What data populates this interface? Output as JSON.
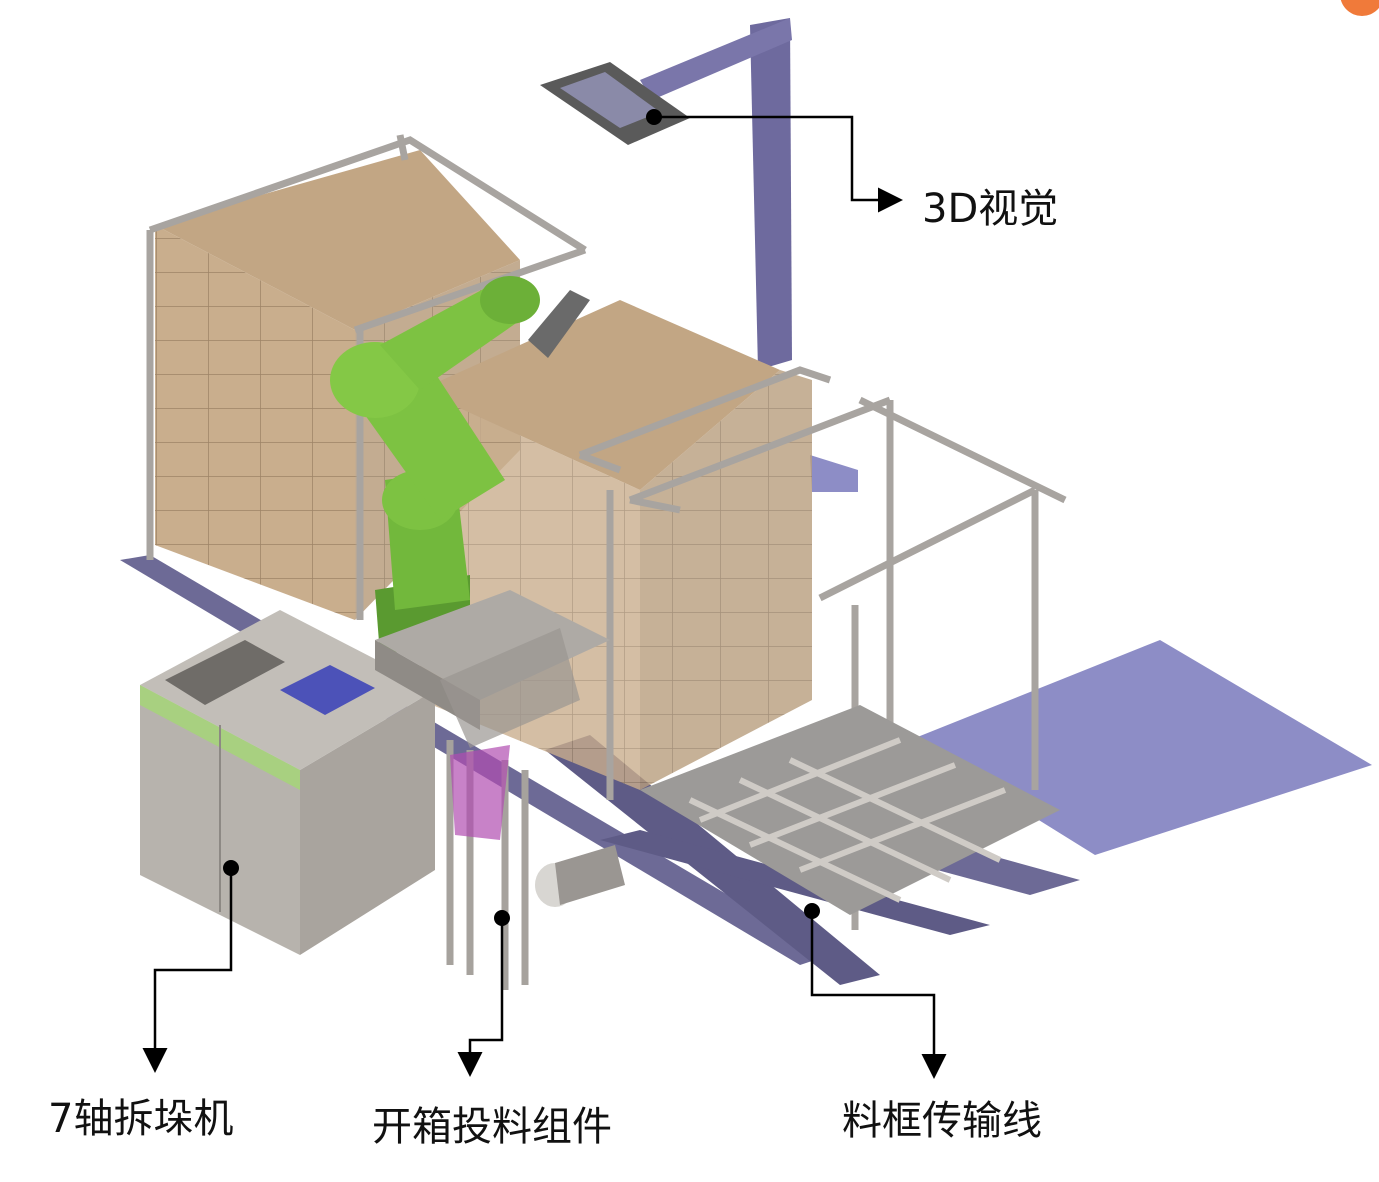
{
  "labels": {
    "vision": "3D视觉",
    "robot": "7轴拆垛机",
    "opener": "开箱投料组件",
    "conveyor": "料框传输线"
  },
  "colors": {
    "box": "#c8ad8c",
    "box_dark": "#a78d6e",
    "robot": "#7dc242",
    "frame": "#b8b4b0",
    "rail": "#6e6a96",
    "floor": "#8c8cc4",
    "cabinet": "#b4b0aa",
    "cabinet_accent": "#a8d080",
    "screen": "#4c52b8",
    "accent_badge": "#f07a3a"
  },
  "icons": [
    "3d-camera",
    "robot-arm",
    "control-cabinet",
    "material-frame",
    "conveyor-rail"
  ]
}
